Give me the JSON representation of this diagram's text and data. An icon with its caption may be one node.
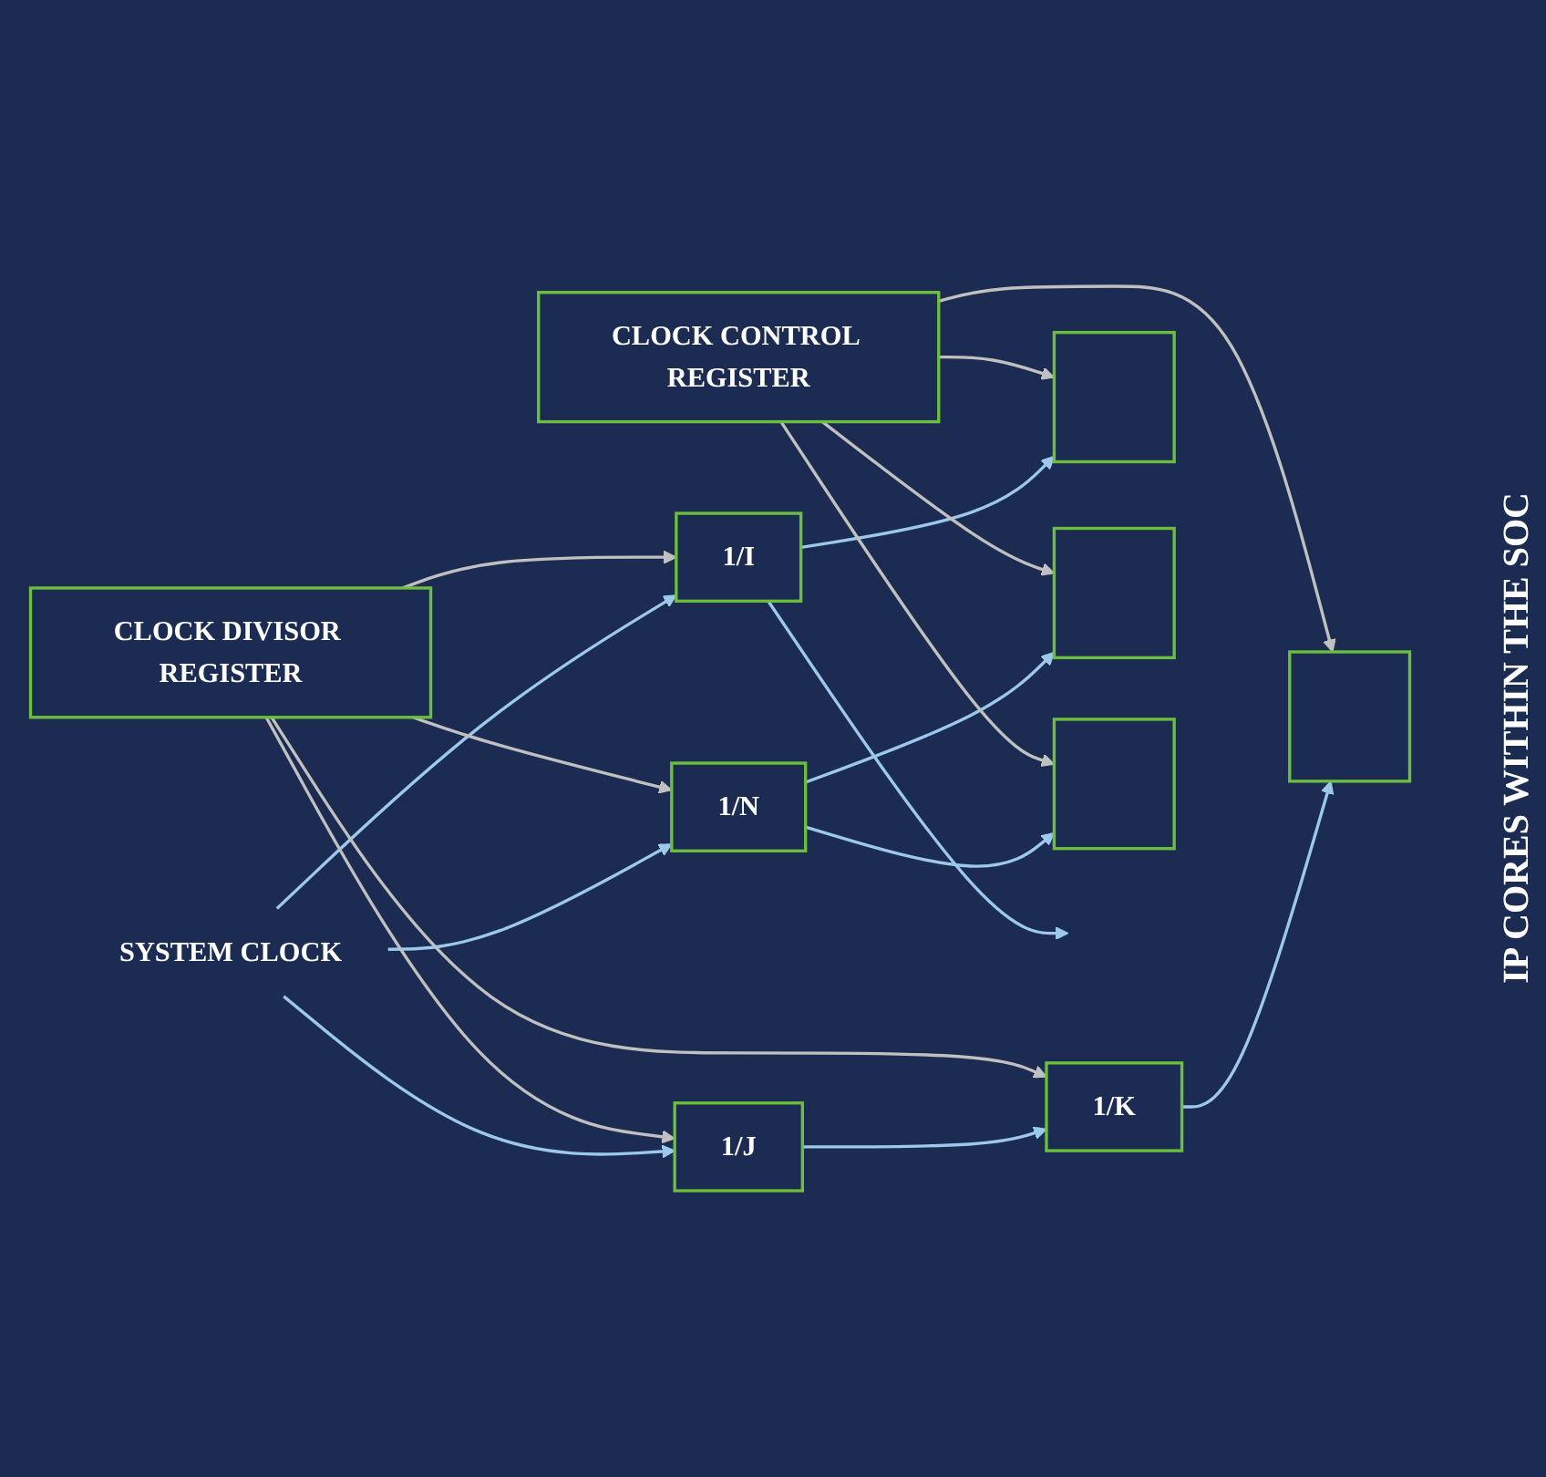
{
  "diagram": {
    "nodes": [
      {
        "text": [
          "SYSTEM CLOCK"
        ]
      },
      {
        "text": [
          "1/I"
        ]
      },
      {
        "text": [
          "1/J"
        ]
      },
      {
        "text": [
          "1/K"
        ]
      },
      {
        "text": [
          "1/N"
        ]
      },
      {
        "text": [],
        "shape": "box"
      },
      {
        "text": [],
        "shape": "box"
      },
      {
        "text": [],
        "shape": "box"
      },
      {
        "text": [],
        "shape": "box"
      },
      {
        "text": [
          "CLOCK DIVISOR REGISTER"
        ]
      },
      {
        "text": [
          "CLOCK CONTROL REGISTER"
        ]
      }
    ],
    "edges": [
      {
        "from": 0,
        "to": 1,
        "arrow": "to"
      },
      {
        "from": 0,
        "to": 2,
        "arrow": "to"
      },
      {
        "from": 0,
        "to": 4,
        "arrow": "to"
      },
      {
        "from": 2,
        "to": 3,
        "arrow": "to"
      },
      {
        "from": 1,
        "to": null,
        "arrow": "to"
      },
      {
        "from": 1,
        "to": 5,
        "arrow": "to"
      },
      {
        "from": 3,
        "to": 6,
        "arrow": "to"
      },
      {
        "from": 4,
        "to": 7,
        "arrow": "to"
      },
      {
        "from": 4,
        "to": 8,
        "arrow": "to"
      },
      {
        "from": 9,
        "to": 4,
        "arrow": "to",
        "color": "#c0c0c0"
      },
      {
        "from": 9,
        "to": 2,
        "arrow": "to",
        "color": "#c0c0c0"
      },
      {
        "from": 9,
        "to": 1,
        "arrow": "to",
        "color": "#c0c0c0"
      },
      {
        "from": 9,
        "to": 3,
        "arrow": "to",
        "color": "#c0c0c0"
      },
      {
        "from": 10,
        "to": 5,
        "arrow": "to",
        "color": "#c0c0c0"
      },
      {
        "from": 10,
        "to": 6,
        "arrow": "to",
        "color": "#c0c0c0"
      },
      {
        "from": 10,
        "to": 7,
        "arrow": "to",
        "color": "#c0c0c0"
      },
      {
        "from": 10,
        "to": 8,
        "arrow": "to",
        "color": "#c0c0c0"
      }
    ],
    "labels": [
      "IP CORES WITHIN THE SOC"
    ]
  }
}
